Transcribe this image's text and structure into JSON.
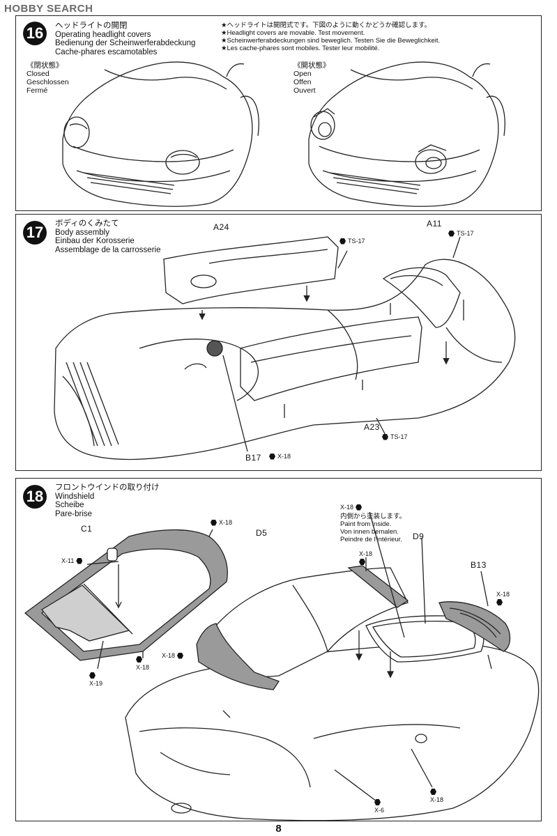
{
  "watermark": "HOBBY SEARCH",
  "step16": {
    "number": "16",
    "title": [
      "ヘッドライトの開閉",
      "Operating headlight covers",
      "Bedienung der Scheinwerferabdeckung",
      "Cache-phares escamotables"
    ],
    "notes": [
      "★ヘッドライトは開閉式です。下図のように動くかどうか確認します。",
      "★Headlight covers are movable. Test movement.",
      "★Scheinwerferabdeckungen sind beweglich. Testen Sie die Beweglichkeit.",
      "★Les cache-phares sont mobiles. Tester leur mobilité."
    ],
    "closed": [
      "《閉状態》",
      "Closed",
      "Geschlossen",
      "Fermé"
    ],
    "open": [
      "《開状態》",
      "Open",
      "Offen",
      "Ouvert"
    ]
  },
  "step17": {
    "number": "17",
    "title": [
      "ボディのくみたて",
      "Body assembly",
      "Einbau der Korosserie",
      "Assemblage de la carrosserie"
    ],
    "parts": {
      "a24": "A24",
      "a11": "A11",
      "a23": "A23",
      "b17": "B17"
    },
    "screws": {
      "ts17_top": "TS-17",
      "ts17_right": "TS-17",
      "ts17_bottom": "TS-17",
      "x18": "X-18"
    }
  },
  "step18": {
    "number": "18",
    "title": [
      "フロントウインドの取り付け",
      "Windshield",
      "Scheibe",
      "Pare-brise"
    ],
    "paint_note": [
      "内側から塗装します。",
      "Paint from inside.",
      "Von innen bemalen.",
      "Peindre de l'intérieur."
    ],
    "parts": {
      "c1": "C1",
      "d5": "D5",
      "d9": "D9",
      "b13": "B13"
    },
    "screws": {
      "x18_top": "X-18",
      "x11": "X-11",
      "x18_d5b": "X-18",
      "x19": "X-19",
      "x18_note": "X-18",
      "x18_roof": "X-18",
      "x18_front": "X-18",
      "x18_b13": "X-18",
      "x6": "X-6",
      "x18_door": "X-18"
    }
  },
  "page_number": "8"
}
